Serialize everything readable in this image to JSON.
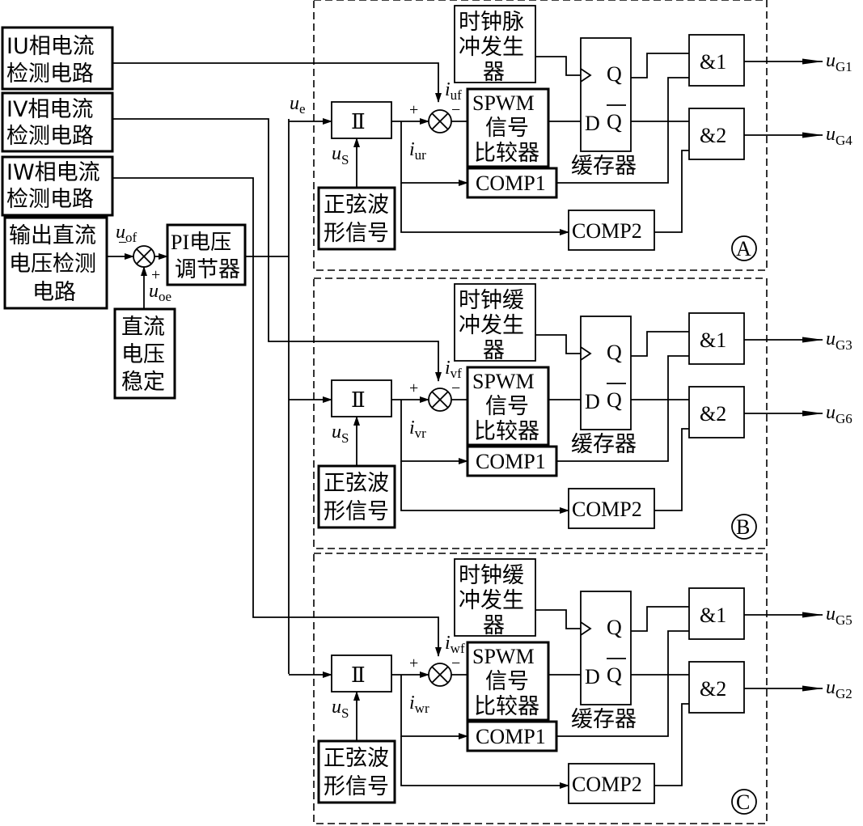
{
  "left_blocks": {
    "iu_detect": [
      "IU相电流",
      "检测电路"
    ],
    "iv_detect": [
      "IV相电流",
      "检测电路"
    ],
    "iw_detect": [
      "IW相电流",
      "检测电路"
    ],
    "dc_out_detect": [
      "输出直流",
      "电压检测",
      "电路"
    ],
    "dc_ref": [
      "直流",
      "电压",
      "稳定"
    ],
    "pi_regulator": [
      "PI电压",
      "调节器"
    ]
  },
  "left_signals": {
    "u_of": {
      "base": "u",
      "sub": "of"
    },
    "u_oe": {
      "base": "u",
      "sub": "oe"
    },
    "u_e": {
      "base": "u",
      "sub": "e"
    },
    "minus": "−",
    "plus": "+"
  },
  "modules": [
    {
      "tag": "A",
      "multiplier": "Ⅱ",
      "u_s": {
        "base": "u",
        "sub": "S"
      },
      "sine": [
        "正弦波",
        "形信号"
      ],
      "clock": [
        "时钟脉",
        "冲发生",
        "器"
      ],
      "comparator": [
        "SPWM",
        "信号",
        "比较器"
      ],
      "i_f": {
        "base": "i",
        "sub": "uf"
      },
      "i_r": {
        "base": "i",
        "sub": "ur"
      },
      "plus": "+",
      "minus": "−",
      "comp1": "COMP1",
      "comp2": "COMP2",
      "latch_d": "D",
      "latch_q": "Q",
      "latch_qbar": "Q",
      "latch_label": "缓存器",
      "and1": "&1",
      "and2": "&2",
      "out1": {
        "base": "u",
        "sub": "G1"
      },
      "out2": {
        "base": "u",
        "sub": "G4"
      }
    },
    {
      "tag": "B",
      "multiplier": "Ⅱ",
      "u_s": {
        "base": "u",
        "sub": "S"
      },
      "sine": [
        "正弦波",
        "形信号"
      ],
      "clock": [
        "时钟缓",
        "冲发生",
        "器"
      ],
      "comparator": [
        "SPWM",
        "信号",
        "比较器"
      ],
      "i_f": {
        "base": "i",
        "sub": "vf"
      },
      "i_r": {
        "base": "i",
        "sub": "vr"
      },
      "plus": "+",
      "minus": "−",
      "comp1": "COMP1",
      "comp2": "COMP2",
      "latch_d": "D",
      "latch_q": "Q",
      "latch_qbar": "Q",
      "latch_label": "缓存器",
      "and1": "&1",
      "and2": "&2",
      "out1": {
        "base": "u",
        "sub": "G3"
      },
      "out2": {
        "base": "u",
        "sub": "G6"
      }
    },
    {
      "tag": "C",
      "multiplier": "Ⅱ",
      "u_s": {
        "base": "u",
        "sub": "S"
      },
      "sine": [
        "正弦波",
        "形信号"
      ],
      "clock": [
        "时钟缓",
        "冲发生",
        "器"
      ],
      "comparator": [
        "SPWM",
        "信号",
        "比较器"
      ],
      "i_f": {
        "base": "i",
        "sub": "wf"
      },
      "i_r": {
        "base": "i",
        "sub": "wr"
      },
      "plus": "+",
      "minus": "−",
      "comp1": "COMP1",
      "comp2": "COMP2",
      "latch_d": "D",
      "latch_q": "Q",
      "latch_qbar": "Q",
      "latch_label": "缓存器",
      "and1": "&1",
      "and2": "&2",
      "out1": {
        "base": "u",
        "sub": "G5"
      },
      "out2": {
        "base": "u",
        "sub": "G2"
      }
    }
  ]
}
